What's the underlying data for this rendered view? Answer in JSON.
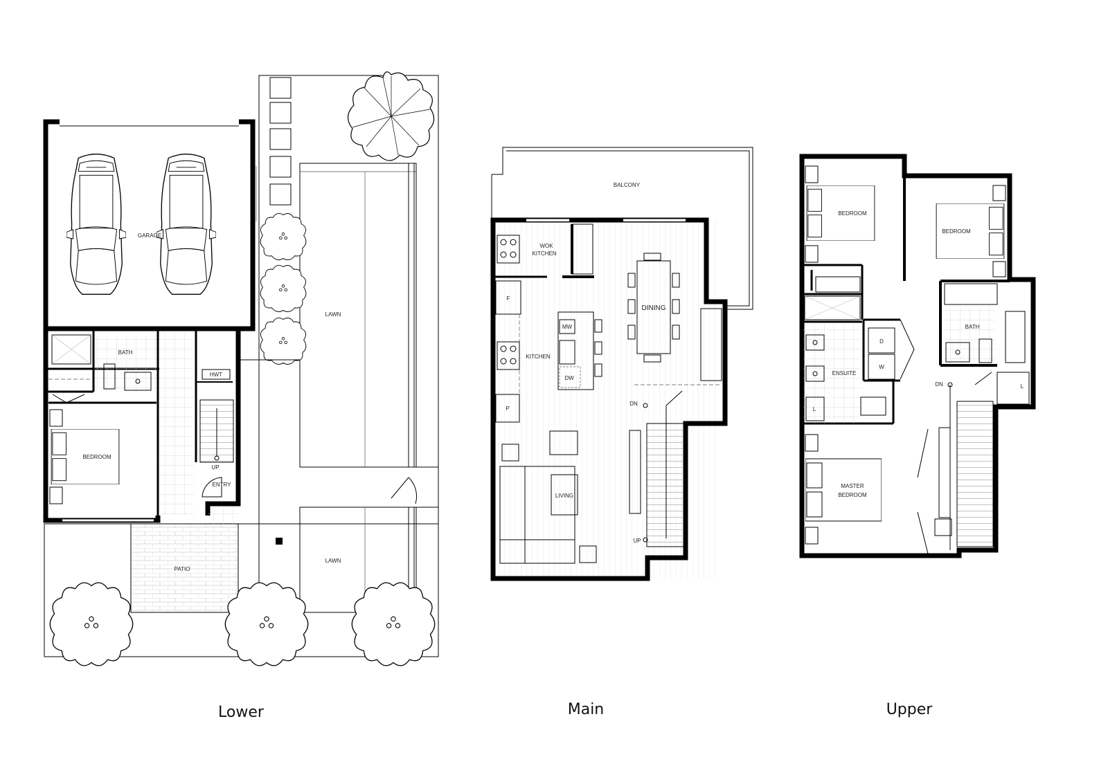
{
  "floors": {
    "lower": {
      "caption": "Lower",
      "rooms": {
        "garage": "GARAGE",
        "bath": "BATH",
        "hwt": "HWT",
        "bedroom": "BEDROOM",
        "up": "UP",
        "entry": "ENTRY",
        "patio": "PATIO",
        "lawn_top": "LAWN",
        "lawn_bottom": "LAWN"
      }
    },
    "main": {
      "caption": "Main",
      "rooms": {
        "balcony": "BALCONY",
        "wok_kitchen_1": "WOK",
        "wok_kitchen_2": "KITCHEN",
        "dining": "DINING",
        "fridge": "F",
        "mw": "MW",
        "kitchen": "KITCHEN",
        "dw": "DW",
        "pantry": "P",
        "dn": "DN",
        "living": "LIVING",
        "up": "UP"
      }
    },
    "upper": {
      "caption": "Upper",
      "rooms": {
        "bedroom_1": "BEDROOM",
        "bedroom_2": "BEDROOM",
        "dryer": "D",
        "washer": "W",
        "bath": "BATH",
        "ensuite": "ENSUITE",
        "dn": "DN",
        "linen_bath": "L",
        "linen_ensuite": "L",
        "master_1": "MASTER",
        "master_2": "BEDROOM"
      }
    }
  }
}
